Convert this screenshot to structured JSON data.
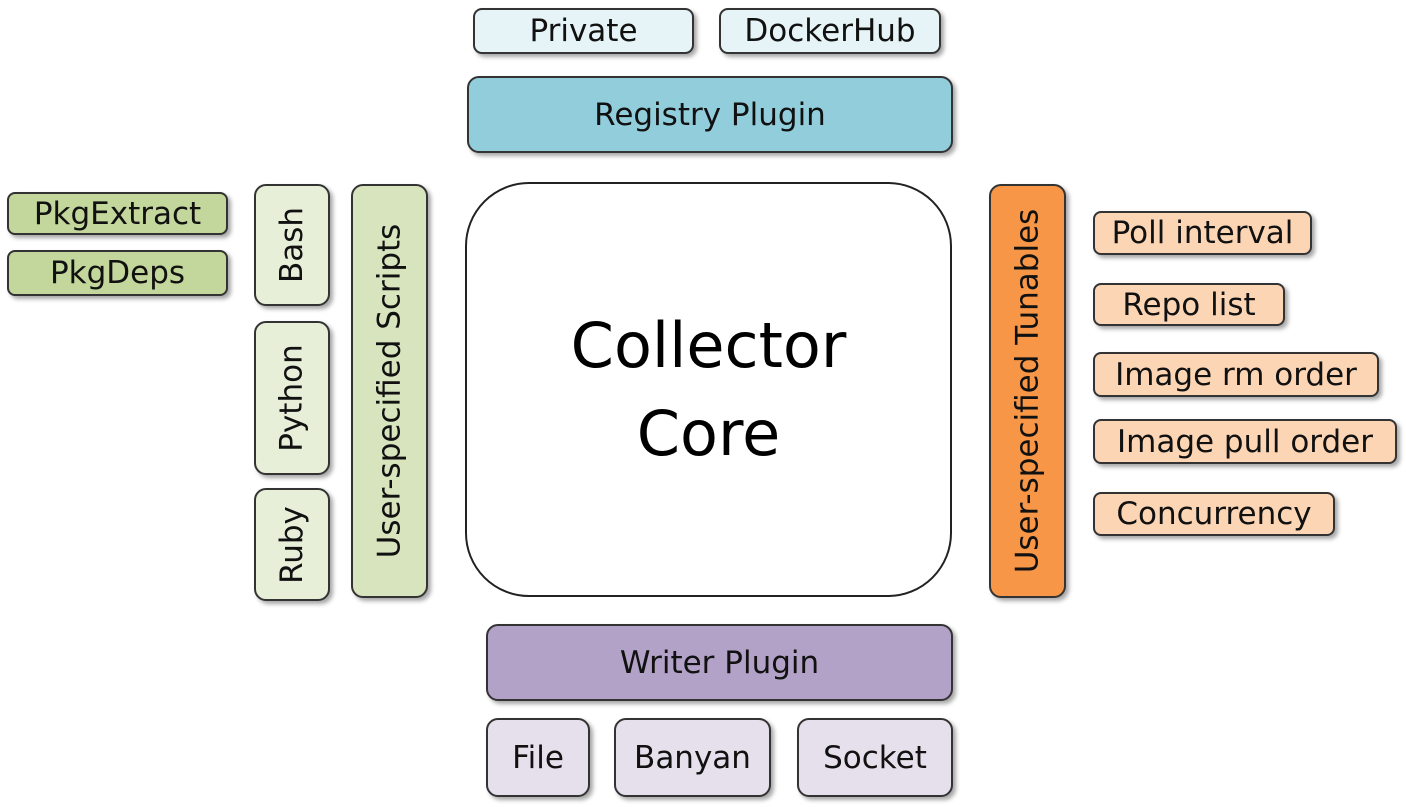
{
  "registry": {
    "sources": [
      "Private",
      "DockerHub"
    ],
    "plugin": "Registry Plugin"
  },
  "packages": [
    "PkgExtract",
    "PkgDeps"
  ],
  "scripts": {
    "languages": [
      "Bash",
      "Python",
      "Ruby"
    ],
    "group_label": "User-specified Scripts"
  },
  "core": {
    "line1": "Collector",
    "line2": "Core"
  },
  "tunables": {
    "group_label": "User-specified Tunables",
    "items": [
      "Poll interval",
      "Repo list",
      "Image rm order",
      "Image pull order",
      "Concurrency"
    ]
  },
  "writer": {
    "plugin": "Writer Plugin",
    "targets": [
      "File",
      "Banyan",
      "Socket"
    ]
  },
  "colors": {
    "registry": "#92cddc",
    "scripts": "#d7e4bd",
    "packages": "#c3d69b",
    "tunables": "#f79646",
    "tunable_items": "#fcd5b5",
    "writer": "#b3a2c7"
  }
}
